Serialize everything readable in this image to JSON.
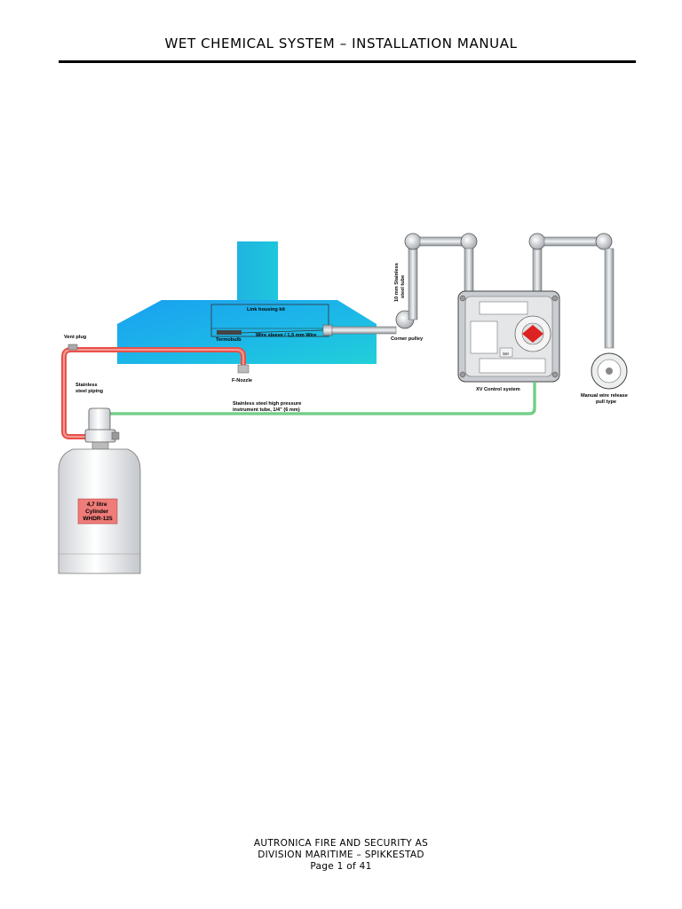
{
  "header": {
    "title": "WET CHEMICAL SYSTEM – INSTALLATION MANUAL"
  },
  "diagram": {
    "labels": {
      "link_housing_kit": "Link housing kit",
      "termobulb": "Termobulb",
      "wire_sleeve": "Wire sleeve / 1,5 mm Wire",
      "corner_pulley": "Corner pulley",
      "steel_tube_line1": "10 mm Stainless",
      "steel_tube_line2": "steel tube",
      "vent_plug": "Vent plug",
      "f_nozzle": "F-Nozzle",
      "stainless_piping_line1": "Stainless",
      "stainless_piping_line2": "steel piping",
      "instrument_tube_line1": "Stainless steel high pressure",
      "instrument_tube_line2": "instrument tube, 1/4\" (6 mm)",
      "xv_control": "XV Control system",
      "manual_release_line1": "Manual wire release",
      "manual_release_line2": "pull type",
      "cylinder_line1": "4,7 litre",
      "cylinder_line2": "Cylinder",
      "cylinder_line3": "WHDR-125",
      "set_label": "Set"
    }
  },
  "footer": {
    "line1": "AUTRONICA FIRE AND SECURITY AS",
    "line2": "DIVISION MARITIME – SPIKKESTAD",
    "line3": "Page 1 of 41"
  }
}
